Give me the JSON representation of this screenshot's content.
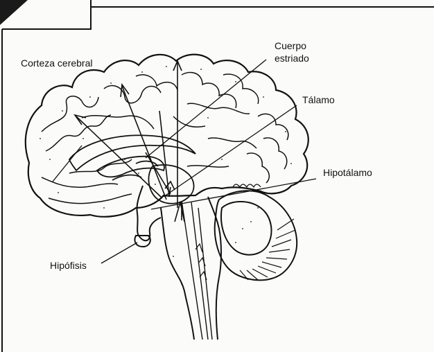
{
  "labels": {
    "cortex": "Corteza cerebral",
    "striatum_line1": "Cuerpo",
    "striatum_line2": "estriado",
    "thalamus": "Tálamo",
    "hypothalamus": "Hipotálamo",
    "pituitary": "Hipófisis"
  },
  "colors": {
    "ink": "#111111",
    "paper": "#fbfbfa",
    "corner_fill": "#1a1a1a"
  }
}
